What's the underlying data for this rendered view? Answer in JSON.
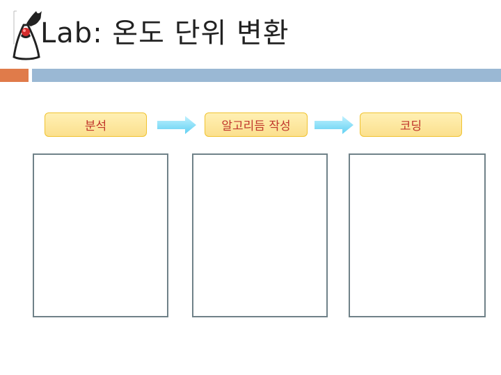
{
  "slide": {
    "title": "Lab: 온도 단위 변환",
    "accent_orange": "#e07b4a",
    "accent_blue": "#9ab8d4"
  },
  "steps": [
    {
      "label": "분석"
    },
    {
      "label": "알고리듬 작성"
    },
    {
      "label": "코딩"
    }
  ],
  "icons": {
    "mascot": "duke-mascot-icon",
    "arrow": "arrow-right-icon"
  }
}
